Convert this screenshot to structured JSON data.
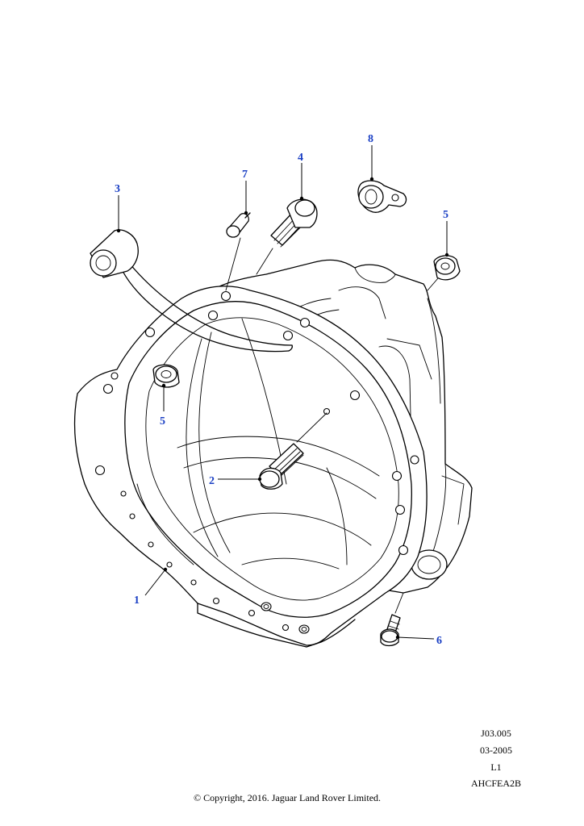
{
  "callouts": {
    "c1": "1",
    "c2": "2",
    "c3": "3",
    "c4": "4",
    "c5a": "5",
    "c5b": "5",
    "c6": "6",
    "c7": "7",
    "c8": "8"
  },
  "info": {
    "ref": "J03.005",
    "date": "03-2005",
    "level": "L1",
    "code": "AHCFEA2B"
  },
  "copyright": "© Copyright, 2016. Jaguar Land Rover Limited.",
  "colors": {
    "callout": "#1a3fc4",
    "line": "#000000"
  }
}
